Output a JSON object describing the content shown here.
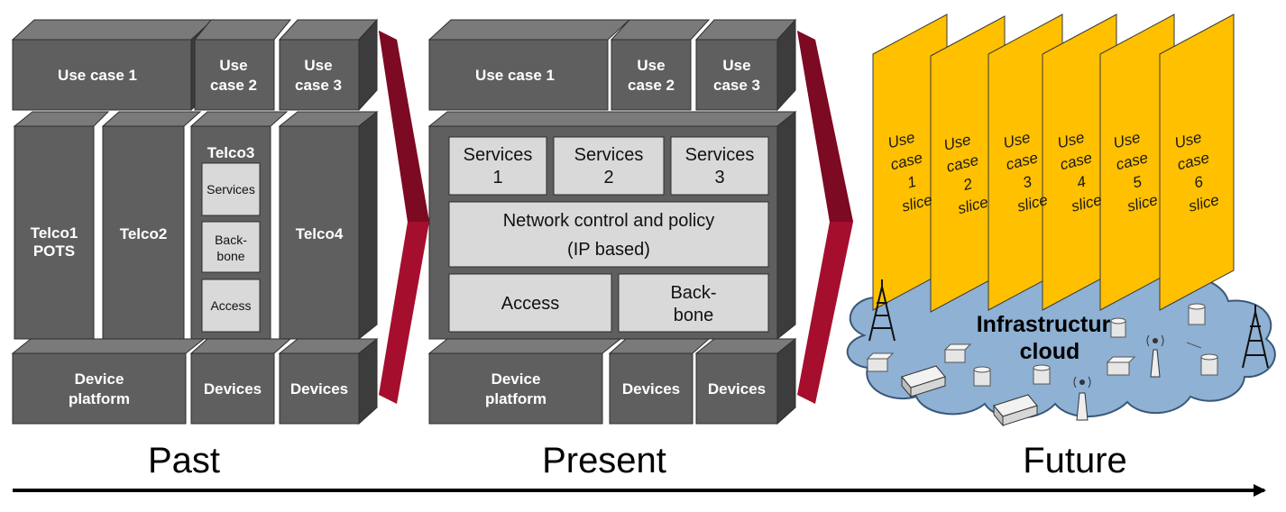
{
  "past": {
    "use_case_1": "Use case 1",
    "use_case_2": [
      "Use",
      "case 2"
    ],
    "use_case_3": [
      "Use",
      "case 3"
    ],
    "telco1": [
      "Telco1",
      "POTS"
    ],
    "telco2": "Telco2",
    "telco3": "Telco3",
    "telco3_services": "Services",
    "telco3_backbone": [
      "Back-",
      "bone"
    ],
    "telco3_access": "Access",
    "telco4": "Telco4",
    "device_platform": [
      "Device",
      "platform"
    ],
    "devices_1": "Devices",
    "devices_2": "Devices"
  },
  "present": {
    "use_case_1": "Use case 1",
    "use_case_2": [
      "Use",
      "case 2"
    ],
    "use_case_3": [
      "Use",
      "case 3"
    ],
    "services": [
      [
        "Services",
        "1"
      ],
      [
        "Services",
        "2"
      ],
      [
        "Services",
        "3"
      ]
    ],
    "network_control": [
      "Network control and policy",
      "(IP based)"
    ],
    "access": "Access",
    "backbone": [
      "Back-",
      "bone"
    ],
    "device_platform": [
      "Device",
      "platform"
    ],
    "devices_1": "Devices",
    "devices_2": "Devices"
  },
  "future": {
    "slices": [
      [
        "Use",
        "case",
        "1",
        "slice"
      ],
      [
        "Use",
        "case",
        "2",
        "slice"
      ],
      [
        "Use",
        "case",
        "3",
        "slice"
      ],
      [
        "Use",
        "case",
        "4",
        "slice"
      ],
      [
        "Use",
        "case",
        "5",
        "slice"
      ],
      [
        "Use",
        "case",
        "6",
        "slice"
      ]
    ],
    "cloud_label": [
      "Infrastructure",
      "cloud"
    ]
  },
  "timeline": {
    "past": "Past",
    "present": "Present",
    "future": "Future"
  },
  "colors": {
    "block_front": "#5f5f5f",
    "block_top": "#7a7a7a",
    "block_side": "#3c3c3c",
    "light_box": "#d9d9d9",
    "chevron": "#a50f2d",
    "slice": "#ffc000",
    "cloud": "#8eb1d4"
  }
}
